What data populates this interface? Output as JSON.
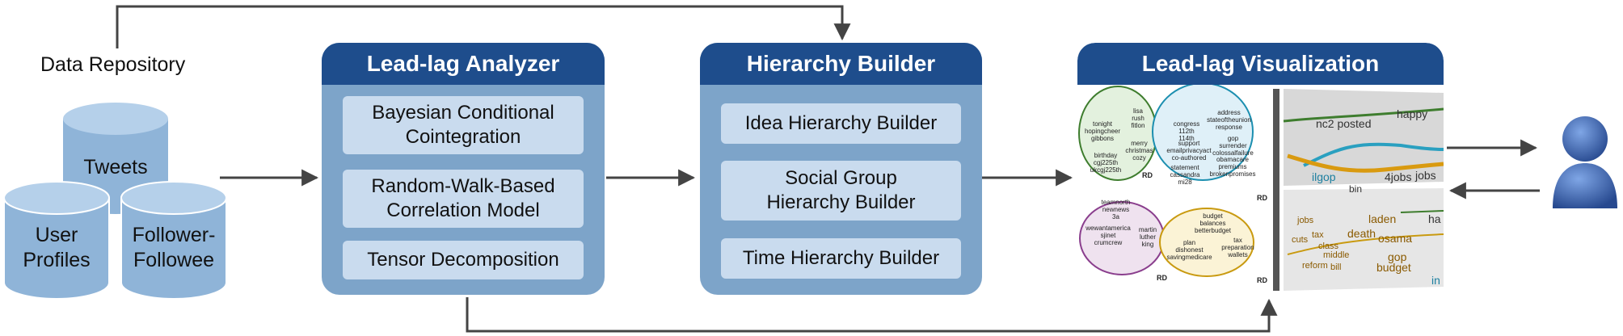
{
  "repository": {
    "title": "Data Repository",
    "sources": [
      "Tweets",
      "User\nProfiles",
      "Follower-\nFollowee"
    ]
  },
  "analyzer": {
    "title": "Lead-lag Analyzer",
    "items": [
      "Bayesian Conditional\nCointegration",
      "Random-Walk-Based\nCorrelation Model",
      "Tensor Decomposition"
    ]
  },
  "hierarchy": {
    "title": "Hierarchy Builder",
    "items": [
      "Idea Hierarchy Builder",
      "Social Group\nHierarchy Builder",
      "Time Hierarchy Builder"
    ]
  },
  "visualization": {
    "title": "Lead-lag Visualization",
    "clusters": {
      "green": [
        "lisa\nrush\nfitlon",
        "tonight\nhopingcheer\ngibbons",
        "merry\nchristmas\ncozy",
        "birthday\ncgj225th\nukcgj225th"
      ],
      "blue": [
        "congress\n112th\n114th",
        "address\nstateoftheunion\nresponse",
        "support\nemailprivacyact\nco-authored",
        "gop\nsurrender\ncolossalfailure",
        "obamacare\npremiums\nbrokenpromises",
        "statement\ncassandra\nmi28"
      ],
      "purple": [
        "teamnorth\nnewnews\n3a",
        "wewantamerica\nsjinet\ncrumcrew",
        "martin\nluther\nking"
      ],
      "yellow": [
        "budget\nbalances\nbetterbudget",
        "plan\ndishonest\nsavingmedicare",
        "tax\npreparation\nwallets"
      ]
    },
    "rd_label": "RD",
    "stream_labels": [
      "nc2 posted",
      "happy",
      "ilgop",
      "4jobs",
      "jobs",
      "bin",
      "ha",
      "jobs",
      "tax",
      "cuts",
      "class",
      "middle",
      "reform",
      "bill",
      "death",
      "laden",
      "osama",
      "gop",
      "budget",
      "in"
    ]
  },
  "colors": {
    "panel": "#7da4c9",
    "panel_header": "#1e4d8c",
    "item": "#c9dbee",
    "cylinder": "#8fb4d8",
    "arrow": "#444444",
    "user": "#3d68b5"
  },
  "icons": [
    "user-icon"
  ]
}
